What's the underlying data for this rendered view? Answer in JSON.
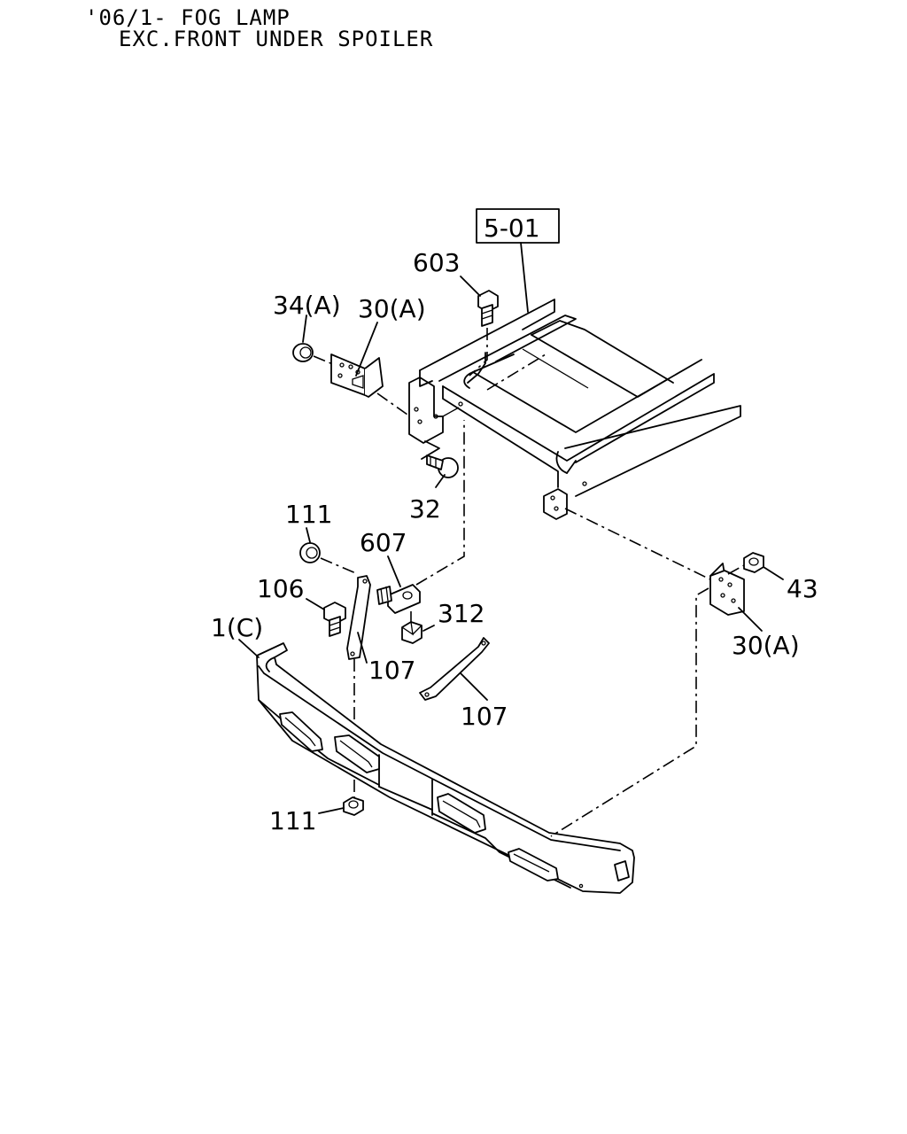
{
  "header": {
    "line1": "'06/1- FOG LAMP",
    "line2": "EXC.FRONT UNDER SPOILER"
  },
  "ref_box": "5-01",
  "callouts": {
    "c603": "603",
    "c34a": "34(A)",
    "c30a_top": "30(A)",
    "c32": "32",
    "c111_top": "111",
    "c607": "607",
    "c106": "106",
    "c312": "312",
    "c1c": "1(C)",
    "c107_left": "107",
    "c107_right": "107",
    "c43": "43",
    "c30a_right": "30(A)",
    "c111_bottom": "111"
  }
}
